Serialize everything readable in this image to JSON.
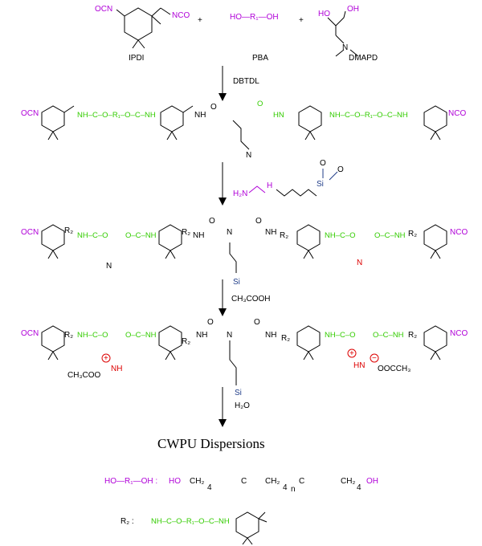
{
  "reactants": {
    "ipdi_label": "IPDI",
    "ocn": "OCN",
    "nco": "NCO",
    "plus": "+",
    "pba_formula": "HO—R₁—OH",
    "pba_label": "PBA",
    "dmapd_label": "DMAPD",
    "oh": "OH",
    "ho": "HO",
    "n": "N"
  },
  "steps": {
    "catalyst": "DBTDL",
    "acid": "CH₃COOH",
    "water": "H₂O"
  },
  "fragments": {
    "nh_c_o": "NH–C–O",
    "o_c_nh": "O–C–NH",
    "o": "O",
    "r1": "R₁",
    "r2": "R₂",
    "nh": "NH",
    "hn": "HN",
    "h": "H",
    "c": "C",
    "nh_c_o_r1": "NH–C–O–R₁–O–C–NH",
    "si": "Si",
    "h2n": "H₂N",
    "ch3coo_left": "CH₃COO",
    "ch3coo_right": "OOCCH₃",
    "plus_charge": "+",
    "minus_charge": "−"
  },
  "result": {
    "title": "CWPU Dispersions"
  },
  "legend": {
    "r1_def": "HO—R₁—OH :",
    "r1_struct_ho": "HO",
    "r1_struct_ch2": "CH₂",
    "r1_struct_4": "4",
    "r1_struct_n": "n",
    "r1_struct_oh": "OH",
    "r2_def": "R₂ :",
    "r2_struct": "NH–C–O–R₁–O–C–NH"
  },
  "colors": {
    "magenta": "#b000d8",
    "green": "#33cc00",
    "red": "#dd0000",
    "blue": "#1f3c88"
  }
}
